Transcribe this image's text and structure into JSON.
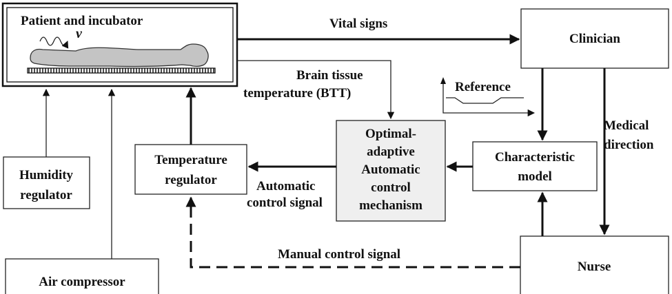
{
  "nodes": {
    "patient": {
      "label": "Patient and incubator",
      "wave_symbol": "ν"
    },
    "clinician": {
      "label": "Clinician"
    },
    "humidity": {
      "line1": "Humidity",
      "line2": "regulator"
    },
    "air_compressor": {
      "label": "Air compressor"
    },
    "temperature_regulator": {
      "line1": "Temperature",
      "line2": "regulator"
    },
    "controller": {
      "line1": "Optimal-",
      "line2": "adaptive",
      "line3": "Automatic",
      "line4": "control",
      "line5": "mechanism"
    },
    "characteristic_model": {
      "line1": "Characteristic",
      "line2": "model"
    },
    "nurse": {
      "label": "Nurse"
    },
    "reference": {
      "label": "Reference"
    }
  },
  "edges": {
    "vital_signs": "Vital signs",
    "btt_line1": "Brain tissue",
    "btt_line2": "temperature (BTT)",
    "medical_line1": "Medical",
    "medical_line2": "direction",
    "automatic_line1": "Automatic",
    "automatic_line2": "control signal",
    "manual": "Manual control signal"
  }
}
